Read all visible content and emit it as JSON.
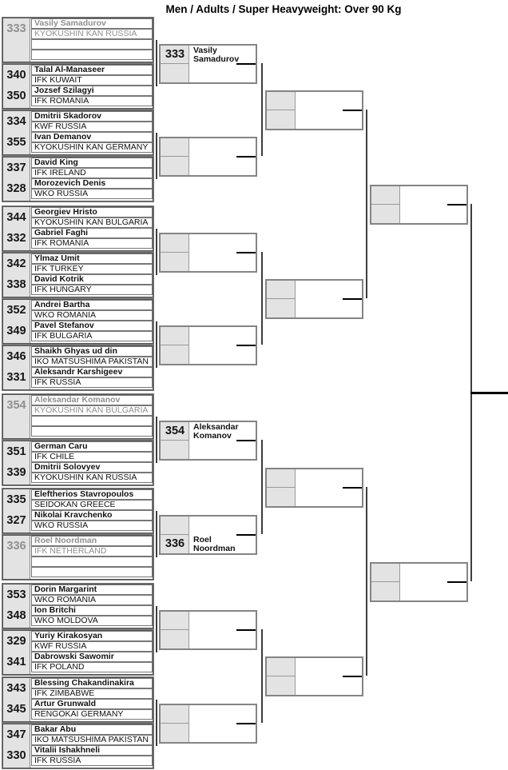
{
  "title": "Men / Adults / Super Heavyweight: Over 90 Kg",
  "colors": {
    "number_cell_bg": "#e3e3e3",
    "bye_text": "#8f8f8f",
    "box_border": "#848484",
    "line": "#000000"
  },
  "bracket": {
    "round1": [
      {
        "bye": true,
        "e1": {
          "no": "333",
          "name": "Vasily Samadurov",
          "club": "KYOKUSHIN KAN RUSSIA"
        }
      },
      {
        "bye": false,
        "e1": {
          "no": "340",
          "name": "Talal Al-Manaseer",
          "club": "IFK KUWAIT"
        },
        "e2": {
          "no": "350",
          "name": "Jozsef Szilagyi",
          "club": "IFK ROMANIA"
        }
      },
      {
        "bye": false,
        "e1": {
          "no": "334",
          "name": "Dmitrii Skadorov",
          "club": "KWF RUSSIA"
        },
        "e2": {
          "no": "355",
          "name": "Ivan Demanov",
          "club": "KYOKUSHIN KAN GERMANY"
        }
      },
      {
        "bye": false,
        "e1": {
          "no": "337",
          "name": "David King",
          "club": "IFK IRELAND"
        },
        "e2": {
          "no": "328",
          "name": "Morozevich Denis",
          "club": "WKO RUSSIA"
        }
      },
      {
        "bye": false,
        "e1": {
          "no": "344",
          "name": "Georgiev Hristo",
          "club": "KYOKUSHIN KAN BULGARIA"
        },
        "e2": {
          "no": "332",
          "name": "Gabriel Faghi",
          "club": "IFK ROMANIA"
        }
      },
      {
        "bye": false,
        "e1": {
          "no": "342",
          "name": "Ylmaz Umit",
          "club": "IFK TURKEY"
        },
        "e2": {
          "no": "338",
          "name": "David Kotrik",
          "club": "IFK HUNGARY"
        }
      },
      {
        "bye": false,
        "e1": {
          "no": "352",
          "name": "Andrei Bartha",
          "club": "WKO ROMANIA"
        },
        "e2": {
          "no": "349",
          "name": "Pavel Stefanov",
          "club": "IFK BULGARIA"
        }
      },
      {
        "bye": false,
        "e1": {
          "no": "346",
          "name": "Shaikh Ghyas ud din",
          "club": "IKO MATSUSHIMA PAKISTAN"
        },
        "e2": {
          "no": "331",
          "name": "Aleksandr Karshigeev",
          "club": "IFK RUSSIA"
        }
      },
      {
        "bye": true,
        "e1": {
          "no": "354",
          "name": "Aleksandar Komanov",
          "club": "KYOKUSHIN KAN BULGARIA"
        }
      },
      {
        "bye": false,
        "e1": {
          "no": "351",
          "name": "German Caru",
          "club": "IFK CHILE"
        },
        "e2": {
          "no": "339",
          "name": "Dmitrii Solovyev",
          "club": "KYOKUSHIN KAN RUSSIA"
        }
      },
      {
        "bye": false,
        "e1": {
          "no": "335",
          "name": "Eleftherios Stavropoulos",
          "club": "SEIDOKAN GREECE"
        },
        "e2": {
          "no": "327",
          "name": "Nikolai Kravchenko",
          "club": "WKO RUSSIA"
        }
      },
      {
        "bye": true,
        "e1": {
          "no": "336",
          "name": "Roel Noordman",
          "club": "IFK NETHERLAND"
        }
      },
      {
        "bye": false,
        "e1": {
          "no": "353",
          "name": "Dorin Margarint",
          "club": "WKO ROMANIA"
        },
        "e2": {
          "no": "348",
          "name": "Ion Britchi",
          "club": "WKO MOLDOVA"
        }
      },
      {
        "bye": false,
        "e1": {
          "no": "329",
          "name": "Yuriy Kirakosyan",
          "club": "KWF RUSSIA"
        },
        "e2": {
          "no": "341",
          "name": "Dabrowski Sawomir",
          "club": "IFK POLAND"
        }
      },
      {
        "bye": false,
        "e1": {
          "no": "343",
          "name": "Blessing Chakandinakira",
          "club": "IFK ZIMBABWE"
        },
        "e2": {
          "no": "345",
          "name": "Artur Grunwald",
          "club": "RENGOKAI GERMANY"
        }
      },
      {
        "bye": false,
        "e1": {
          "no": "347",
          "name": "Bakar Abu",
          "club": "IKO MATSUSHIMA PAKISTAN"
        },
        "e2": {
          "no": "330",
          "name": "Vitalii Ishakhneli",
          "club": "IFK RUSSIA"
        }
      }
    ],
    "round2": [
      {
        "no": "333",
        "name": "Vasily Samadurov",
        "slot": "top"
      },
      {},
      {},
      {},
      {
        "no": "354",
        "name": "Aleksandar Komanov",
        "slot": "top"
      },
      {
        "no": "336",
        "name": "Roel Noordman",
        "slot": "bottom"
      },
      {},
      {}
    ],
    "round3": [
      {},
      {},
      {},
      {}
    ],
    "round4": [
      {},
      {}
    ]
  }
}
